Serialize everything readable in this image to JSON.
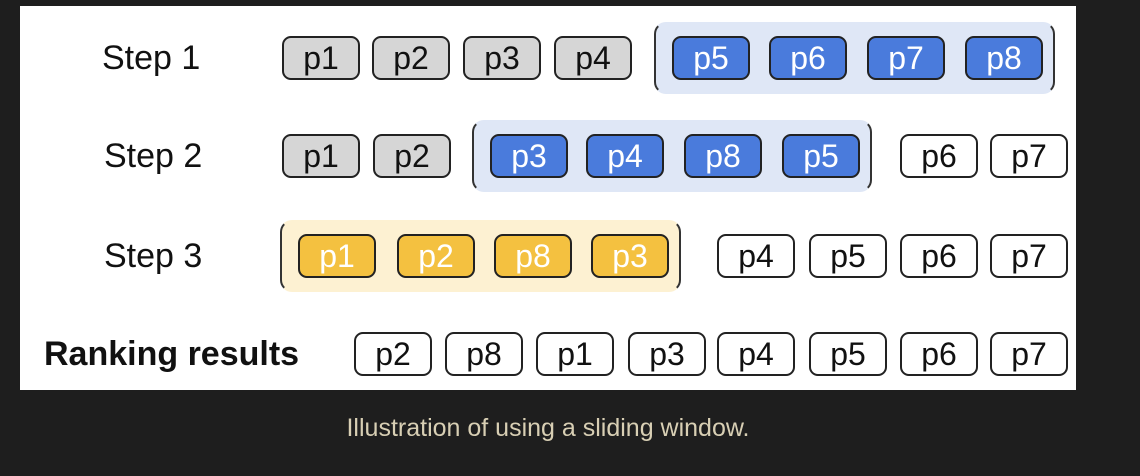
{
  "caption": "Illustration of using a sliding window.",
  "rows": [
    {
      "label": "Step 1",
      "bold": false,
      "items": [
        {
          "text": "p1",
          "style": "gray"
        },
        {
          "text": "p2",
          "style": "gray"
        },
        {
          "text": "p3",
          "style": "gray"
        },
        {
          "text": "p4",
          "style": "gray"
        },
        {
          "text": "p5",
          "style": "blue"
        },
        {
          "text": "p6",
          "style": "blue"
        },
        {
          "text": "p7",
          "style": "blue"
        },
        {
          "text": "p8",
          "style": "blue"
        }
      ],
      "window": {
        "start": 4,
        "end": 7,
        "color": "blue"
      }
    },
    {
      "label": "Step 2",
      "bold": false,
      "items": [
        {
          "text": "p1",
          "style": "gray"
        },
        {
          "text": "p2",
          "style": "gray"
        },
        {
          "text": "p3",
          "style": "blue"
        },
        {
          "text": "p4",
          "style": "blue"
        },
        {
          "text": "p8",
          "style": "blue"
        },
        {
          "text": "p5",
          "style": "blue"
        },
        {
          "text": "p6",
          "style": "white"
        },
        {
          "text": "p7",
          "style": "white"
        }
      ],
      "window": {
        "start": 2,
        "end": 5,
        "color": "blue"
      }
    },
    {
      "label": "Step 3",
      "bold": false,
      "items": [
        {
          "text": "p1",
          "style": "yellow"
        },
        {
          "text": "p2",
          "style": "yellow"
        },
        {
          "text": "p8",
          "style": "yellow"
        },
        {
          "text": "p3",
          "style": "yellow"
        },
        {
          "text": "p4",
          "style": "white"
        },
        {
          "text": "p5",
          "style": "white"
        },
        {
          "text": "p6",
          "style": "white"
        },
        {
          "text": "p7",
          "style": "white"
        }
      ],
      "window": {
        "start": 0,
        "end": 3,
        "color": "yellow"
      }
    },
    {
      "label": "Ranking results",
      "bold": true,
      "items": [
        {
          "text": "p2",
          "style": "white"
        },
        {
          "text": "p8",
          "style": "white"
        },
        {
          "text": "p1",
          "style": "white"
        },
        {
          "text": "p3",
          "style": "white"
        },
        {
          "text": "p4",
          "style": "white"
        },
        {
          "text": "p5",
          "style": "white"
        },
        {
          "text": "p6",
          "style": "white"
        },
        {
          "text": "p7",
          "style": "white"
        }
      ],
      "window": null
    }
  ],
  "colors": {
    "gray": "#d6d6d6",
    "blue": "#4a7bdc",
    "yellow": "#f4c140",
    "blue_window": "#dfe7f6",
    "yellow_window": "#fdf1d2"
  }
}
